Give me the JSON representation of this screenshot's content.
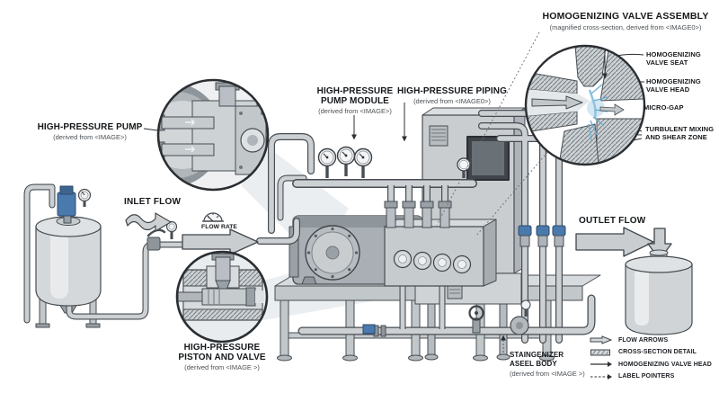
{
  "diagram": {
    "callouts": {
      "hp_pump": {
        "title": "HIGH-PRESSURE PUMP",
        "subtitle": "(derived from <IMAGE>)"
      },
      "hp_pump_module": {
        "title": "HIGH-PRESSURE PUMP MODULE",
        "subtitle": "(derived from <IMAGE>)"
      },
      "hp_piping": {
        "title": "HIGH-PRESSURE PIPING",
        "subtitle": "(derived from <IMAGE0>)"
      },
      "valve_assembly": {
        "title": "HOMOGENIZING VALVE ASSEMBLY",
        "subtitle": "(magnified cross-section, derived from <IMAGE0>)"
      },
      "valve_seat": "HOMOGENIZING VALVE SEAT",
      "valve_head": "HOMOGENIZING VALVE HEAD",
      "micro_gap": "MICRO-GAP",
      "turbulent_zone": "TURBULENT MIXING AND SHEAR ZONE",
      "piston_valve": {
        "title": "HIGH-PRESSURE PISTON AND VALVE",
        "subtitle": "(derived from <IMAGE >)"
      },
      "body": {
        "title": "STAINGENIZER ASEEL BODY",
        "subtitle": "(derived from <IMAGE >)"
      }
    },
    "flow_labels": {
      "inlet": "INLET FLOW",
      "flow_rate": "FLOW RATE",
      "outlet": "OUTLET FLOW"
    },
    "legend": {
      "items": [
        {
          "icon": "flow-arrow-icon",
          "label": "FLOW ARROWS"
        },
        {
          "icon": "cross-section-swatch-icon",
          "label": "CROSS-SECTION DETAIL"
        },
        {
          "icon": "solid-pointer-icon",
          "label": "HOMOGENIZING VALVE HEAD"
        },
        {
          "icon": "dashed-pointer-icon",
          "label": "LABEL POINTERS"
        }
      ]
    },
    "colors": {
      "label_text": "#15181b",
      "subtitle_text": "#4b5054",
      "machine_light": "#dcdfe1",
      "machine_mid": "#c2c7ca",
      "machine_dark": "#9aa1a6",
      "outline": "#474d52",
      "accent_blue": "#4a79ad",
      "spray_blue": "#8fc3de",
      "arrow_fill": "#c9cdd0"
    }
  }
}
